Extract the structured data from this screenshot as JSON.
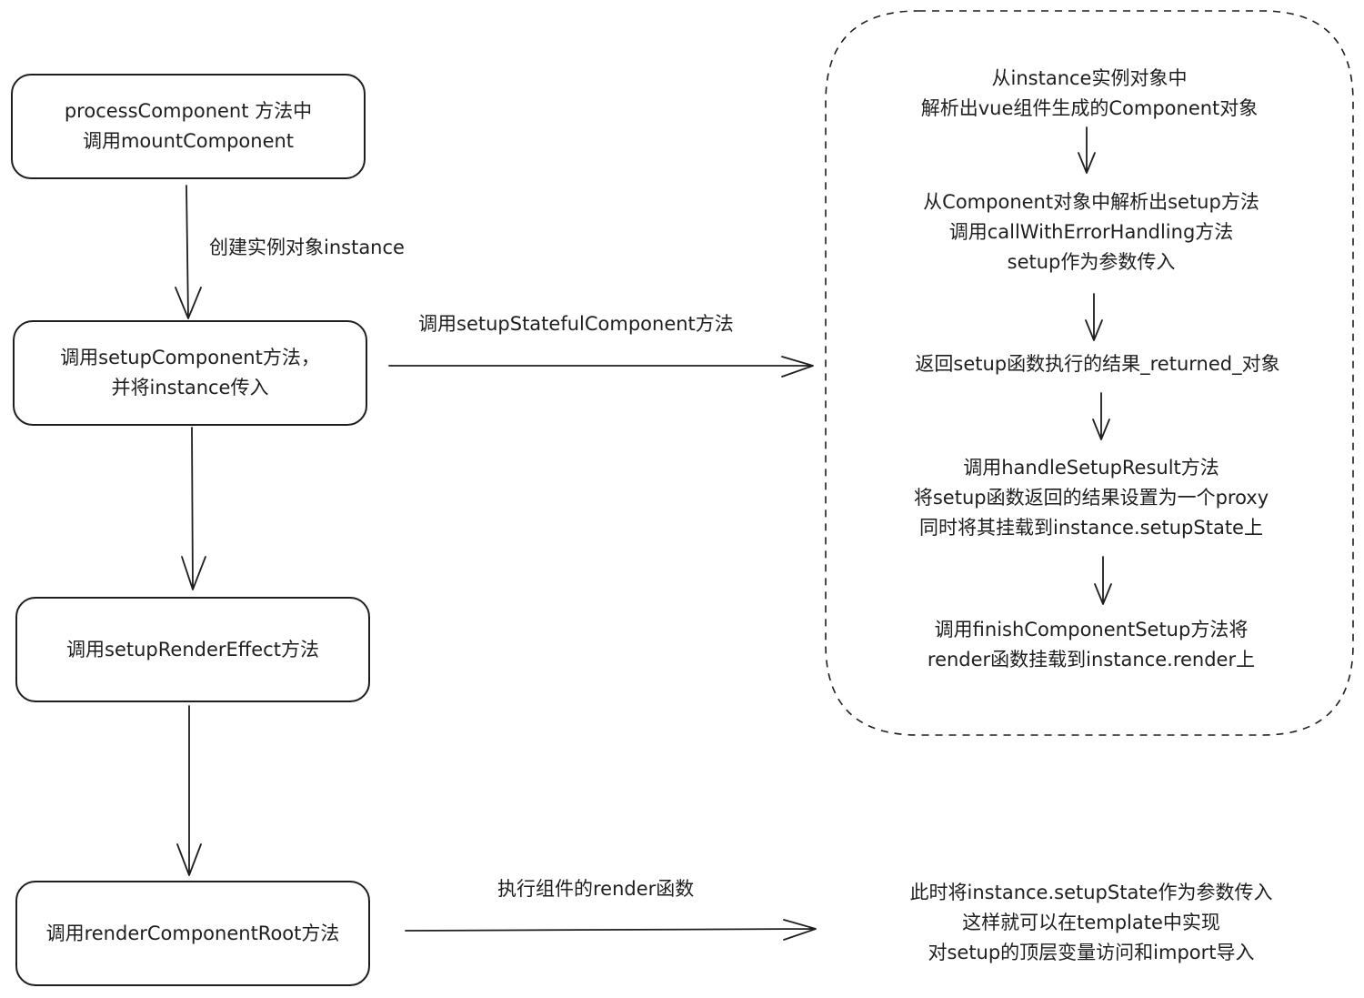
{
  "left_flow": {
    "box_process": [
      "processComponent 方法中",
      "调用mountComponent"
    ],
    "label_create_instance": "创建实例对象instance",
    "box_setup_component": [
      "调用setupComponent方法，",
      "并将instance传入"
    ],
    "box_setup_render_effect": [
      "调用setupRenderEffect方法"
    ],
    "box_render_component_root": [
      "调用renderComponentRoot方法"
    ]
  },
  "connectors": {
    "label_setup_stateful": "调用setupStatefulComponent方法",
    "label_exec_render": "执行组件的render函数"
  },
  "setup_detail": {
    "step1": [
      "从instance实例对象中",
      "解析出vue组件生成的Component对象"
    ],
    "step2": [
      "从Component对象中解析出setup方法",
      "调用callWithErrorHandling方法",
      "setup作为参数传入"
    ],
    "step3": [
      "返回setup函数执行的结果_returned_对象"
    ],
    "step4": [
      "调用handleSetupResult方法",
      "将setup函数返回的结果设置为一个proxy",
      "同时将其挂载到instance.setupState上"
    ],
    "step5": [
      "调用finishComponentSetup方法将",
      "render函数挂载到instance.render上"
    ]
  },
  "render_note": [
    "此时将instance.setupState作为参数传入",
    "这样就可以在template中实现",
    "对setup的顶层变量访问和import导入"
  ],
  "colors": {
    "stroke": "#1e1e1e",
    "background": "#ffffff"
  }
}
